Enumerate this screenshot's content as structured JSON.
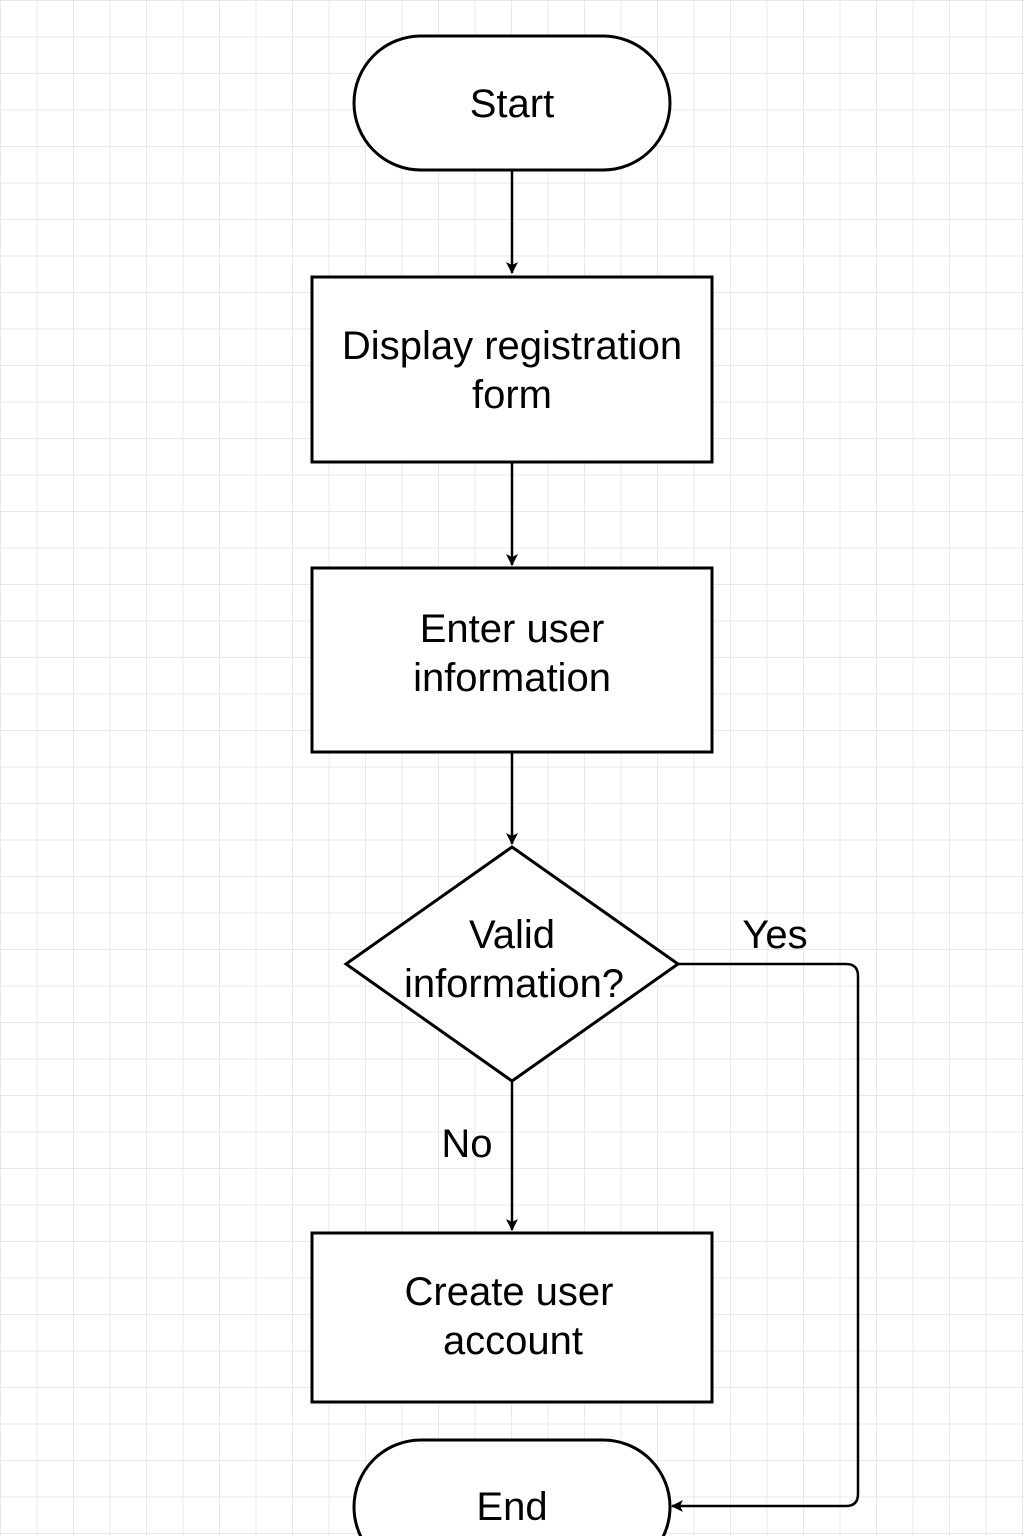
{
  "diagram": {
    "nodes": {
      "start": {
        "label": "Start"
      },
      "display_form": {
        "line1": "Display registration",
        "line2": "form"
      },
      "enter_info": {
        "line1": "Enter user",
        "line2": "information"
      },
      "valid_decision": {
        "line1": "Valid",
        "line2": "information?"
      },
      "create_account": {
        "line1": "Create user",
        "line2": "account"
      },
      "end": {
        "label": "End"
      }
    },
    "edges": {
      "yes_label": "Yes",
      "no_label": "No"
    },
    "colors": {
      "stroke": "#000000",
      "fill": "#ffffff",
      "grid": "#e8e8e8"
    }
  }
}
